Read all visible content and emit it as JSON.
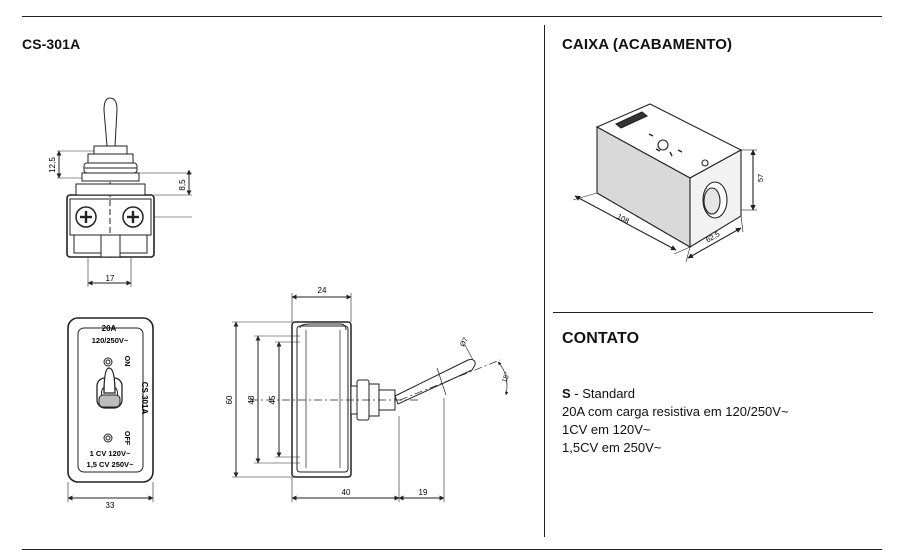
{
  "left": {
    "title": "CS-301A"
  },
  "caixa": {
    "title": "CAIXA (ACABAMENTO)",
    "dims": {
      "length": "108",
      "width": "62,5",
      "height": "57"
    }
  },
  "contato": {
    "title": "CONTATO",
    "type_code": "S",
    "type_rest": " - Standard",
    "lines": [
      "20A com carga resistiva  em 120/250V~",
      "1CV em 120V~",
      "1,5CV em 250V~"
    ]
  },
  "drawing": {
    "front": {
      "dim_height_a": "12,5",
      "dim_height_b": "8,5",
      "dim_width": "17"
    },
    "plate": {
      "rating_a": "20A",
      "rating_v": "120/250V~",
      "model": "CS 301A",
      "on_label": "ON",
      "off_label": "OFF",
      "hp_1": "1 CV 120V~",
      "hp_2": "1,5 CV 250V~",
      "dim_width": "33"
    },
    "side": {
      "dim_top": "24",
      "dim_60": "60",
      "dim_48": "48",
      "dim_45": "45",
      "dim_40": "40",
      "dim_19": "19",
      "dim_diameter": "Ø7",
      "dim_angle": "15°"
    }
  }
}
